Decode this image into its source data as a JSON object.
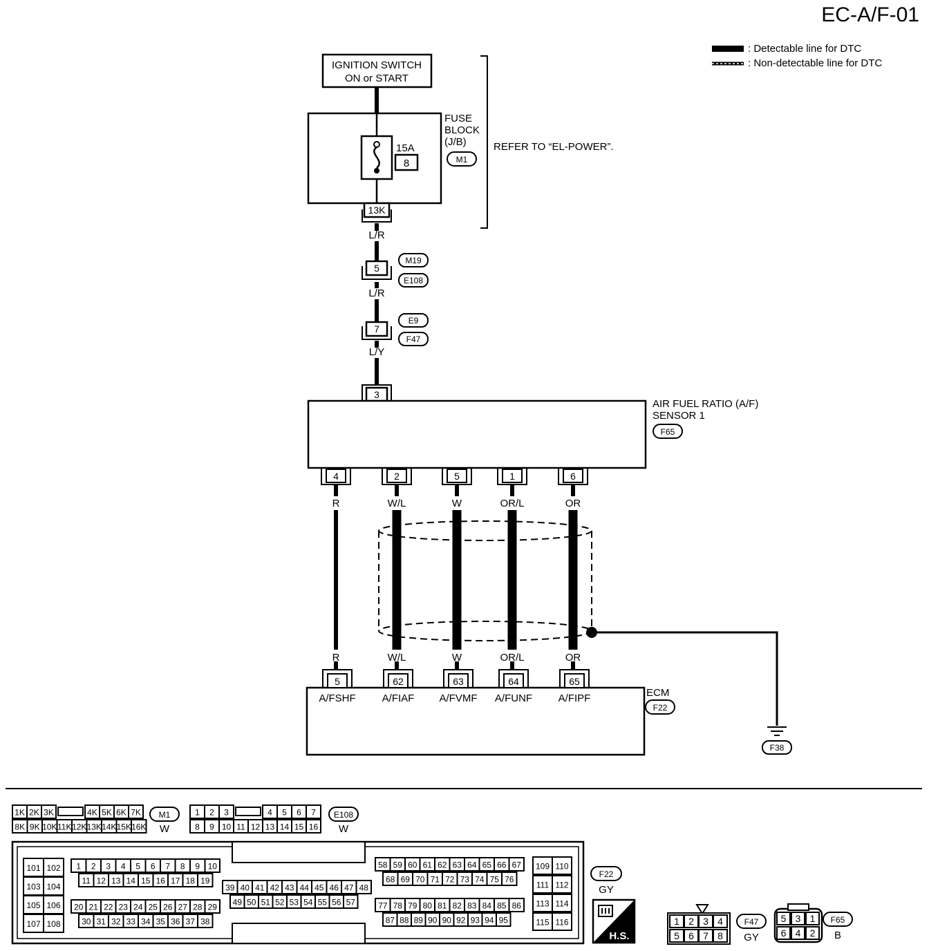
{
  "page_id": "EC-A/F-01",
  "legend": {
    "detectable": ": Detectable line for DTC",
    "non_detectable": ": Non-detectable line for DTC"
  },
  "ignition": {
    "line1": "IGNITION SWITCH",
    "line2": "ON or START"
  },
  "fuse_block": {
    "label": [
      "FUSE",
      "BLOCK",
      "(J/B)"
    ],
    "connector": "M1",
    "fuse_amp": "15A",
    "fuse_no": "8",
    "terminal": "13K",
    "refer": "REFER TO “EL-POWER”."
  },
  "wires_upper": [
    {
      "color": "L/R"
    },
    {
      "color": "L/R"
    },
    {
      "color": "L/Y"
    }
  ],
  "junctions": [
    {
      "pin": "5",
      "conn_top": "M19",
      "conn_bottom": "E108"
    },
    {
      "pin": "7",
      "conn_top": "E9",
      "conn_bottom": "F47"
    }
  ],
  "sensor": {
    "label1": "AIR FUEL RATIO (A/F)",
    "label2": "SENSOR 1",
    "connector": "F65",
    "top_pin": "3",
    "pins": [
      "4",
      "2",
      "5",
      "1",
      "6"
    ],
    "wire_colors": [
      "R",
      "W/L",
      "W",
      "OR/L",
      "OR"
    ]
  },
  "ecm": {
    "label": "ECM",
    "connector": "F22",
    "pins": [
      "5",
      "62",
      "63",
      "64",
      "65"
    ],
    "wire_colors": [
      "R",
      "W/L",
      "W",
      "OR/L",
      "OR"
    ],
    "signals": [
      "A/FSHF",
      "A/FIAF",
      "A/FVMF",
      "A/FUNF",
      "A/FIPF"
    ]
  },
  "ground": "F38",
  "bottom": {
    "m1": {
      "code": "M1",
      "color": "W",
      "row1": [
        "1K",
        "2K",
        "3K",
        "",
        "4K",
        "5K",
        "6K",
        "7K"
      ],
      "row2": [
        "8K",
        "9K",
        "10K",
        "11K",
        "12K",
        "13K",
        "14K",
        "15K",
        "16K"
      ]
    },
    "e108": {
      "code": "E108",
      "color": "W",
      "row1": [
        "1",
        "2",
        "3",
        "",
        "4",
        "5",
        "6",
        "7"
      ],
      "row2": [
        "8",
        "9",
        "10",
        "11",
        "12",
        "13",
        "14",
        "15",
        "16"
      ]
    },
    "f22": {
      "code": "F22",
      "color": "GY",
      "left_pairs": [
        [
          "101",
          "102"
        ],
        [
          "103",
          "104"
        ],
        [
          "105",
          "106"
        ],
        [
          "107",
          "108"
        ]
      ],
      "row_a": [
        "1",
        "2",
        "3",
        "4",
        "5",
        "6",
        "7",
        "8",
        "9",
        "10"
      ],
      "row_b": [
        "11",
        "12",
        "13",
        "14",
        "15",
        "16",
        "17",
        "18",
        "19"
      ],
      "row_c": [
        "20",
        "21",
        "22",
        "23",
        "24",
        "25",
        "26",
        "27",
        "28",
        "29"
      ],
      "row_d": [
        "30",
        "31",
        "32",
        "33",
        "34",
        "35",
        "36",
        "37",
        "38"
      ],
      "mid_a": [
        "39",
        "40",
        "41",
        "42",
        "43",
        "44",
        "45",
        "46",
        "47",
        "48"
      ],
      "mid_b": [
        "49",
        "50",
        "51",
        "52",
        "53",
        "54",
        "55",
        "56",
        "57"
      ],
      "right_a": [
        "58",
        "59",
        "60",
        "61",
        "62",
        "63",
        "64",
        "65",
        "66",
        "67"
      ],
      "right_b": [
        "68",
        "69",
        "70",
        "71",
        "72",
        "73",
        "74",
        "75",
        "76"
      ],
      "right_c": [
        "77",
        "78",
        "79",
        "80",
        "81",
        "82",
        "83",
        "84",
        "85",
        "86"
      ],
      "right_d": [
        "87",
        "88",
        "89",
        "90",
        "90",
        "92",
        "93",
        "94",
        "95"
      ],
      "end_pairs": [
        [
          "109",
          "110"
        ],
        [
          "111",
          "112"
        ],
        [
          "113",
          "114"
        ],
        [
          "115",
          "116"
        ]
      ],
      "hs": "H.S."
    },
    "f47": {
      "code": "F47",
      "color": "GY",
      "row1": [
        "1",
        "2",
        "3",
        "4"
      ],
      "row2": [
        "5",
        "6",
        "7",
        "8"
      ]
    },
    "f65": {
      "code": "F65",
      "color": "B",
      "row1": [
        "5",
        "3",
        "1"
      ],
      "row2": [
        "6",
        "4",
        "2"
      ]
    }
  }
}
